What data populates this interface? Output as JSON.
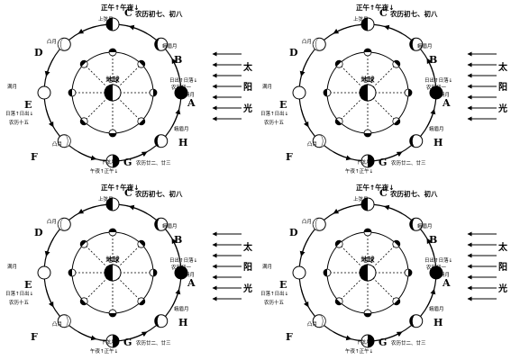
{
  "header": "正午↑午夜↓",
  "positions": {
    "A": {
      "letter": "A",
      "phase": "朔月",
      "note": "农历初一"
    },
    "B": {
      "letter": "B",
      "phase": "蛾眉月"
    },
    "C": {
      "letter": "C",
      "phase": "上弦月",
      "note": "农历初七、初八"
    },
    "D": {
      "letter": "D",
      "phase": "凸月"
    },
    "E": {
      "letter": "E",
      "phase": "满月",
      "note": "农历十五"
    },
    "F": {
      "letter": "F",
      "phase": "凸月"
    },
    "G": {
      "letter": "G",
      "phase": "下弦月",
      "note": "农历廿二、廿三"
    },
    "H": {
      "letter": "H",
      "phase": "蛾眉月"
    }
  },
  "labels": {
    "earth": "地球",
    "sunrise_sunset": "日出↑日落↓",
    "sunset_sunrise": "日落↑日出↓",
    "midnight_noon": "午夜↑正午↓"
  },
  "sunlight": [
    "太",
    "阳",
    "光"
  ],
  "colors": {
    "ink": "#000000",
    "paper": "#ffffff",
    "grey": "#666666"
  },
  "panel_count": 4
}
